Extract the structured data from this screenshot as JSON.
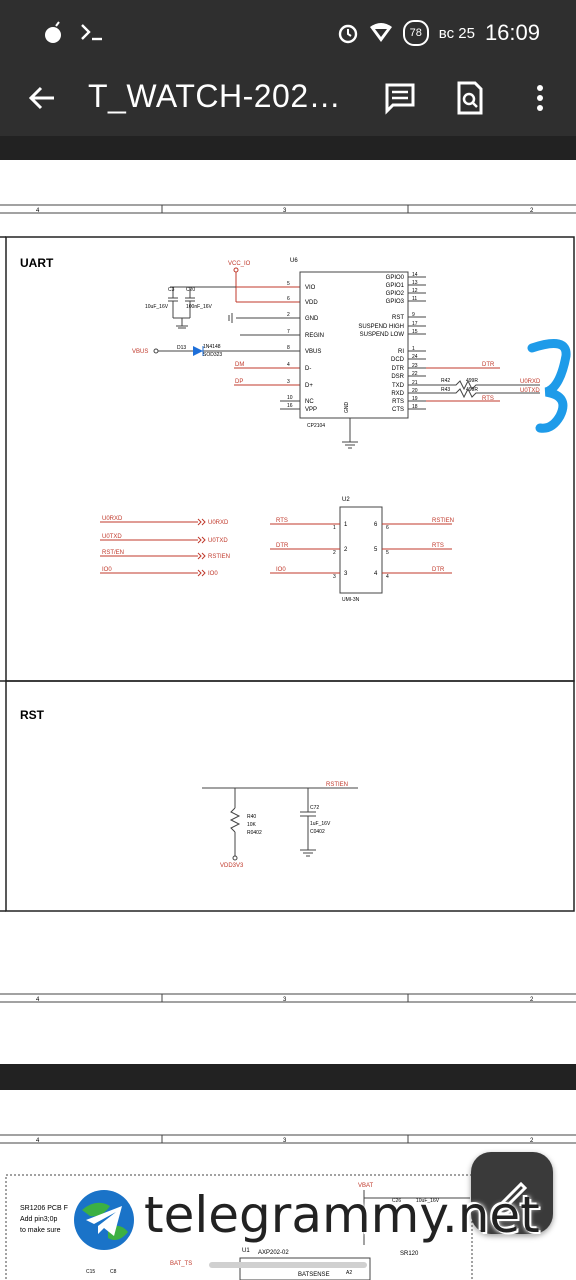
{
  "status": {
    "left_icons": [
      "bomb-icon",
      "terminal-icon"
    ],
    "battery": "78",
    "date": "вс 25",
    "time": "16:09"
  },
  "appbar": {
    "title": "T_WATCH-2020…"
  },
  "schematic": {
    "ruler_top": [
      "4",
      "3",
      "2"
    ],
    "uart": {
      "title": "UART",
      "vcc": "VCC_IO",
      "u6": "U6",
      "c1": "C3",
      "c2": "C20",
      "c1v": "10uF_16V",
      "c2v": "100nF_16V",
      "vbus": "VBUS",
      "d13": "D13",
      "d13v": "1N4148",
      "d13p": "SOD323",
      "dm": "DM",
      "dp": "DP",
      "chip": "CP2104",
      "left_pins": [
        {
          "n": "5",
          "name": "VIO"
        },
        {
          "n": "6",
          "name": "VDD"
        },
        {
          "n": "2",
          "name": "GND"
        },
        {
          "n": "7",
          "name": "REGIN"
        },
        {
          "n": "8",
          "name": "VBUS"
        },
        {
          "n": "4",
          "name": "D-"
        },
        {
          "n": "3",
          "name": "D+"
        },
        {
          "n": "10",
          "name": "NC"
        },
        {
          "n": "16",
          "name": "VPP"
        }
      ],
      "right_pins": [
        {
          "n": "14",
          "name": "GPIO0"
        },
        {
          "n": "13",
          "name": "GPIO1"
        },
        {
          "n": "12",
          "name": "GPIO2"
        },
        {
          "n": "11",
          "name": "GPIO3"
        },
        {
          "n": "9",
          "name": "RST"
        },
        {
          "n": "17",
          "name": "SUSPEND HIGH"
        },
        {
          "n": "15",
          "name": "SUSPEND LOW"
        },
        {
          "n": "1",
          "name": "RI"
        },
        {
          "n": "24",
          "name": "DCD"
        },
        {
          "n": "23",
          "name": "DTR"
        },
        {
          "n": "22",
          "name": "DSR"
        },
        {
          "n": "21",
          "name": "TXD"
        },
        {
          "n": "20",
          "name": "RXD"
        },
        {
          "n": "19",
          "name": "RTS"
        },
        {
          "n": "18",
          "name": "CTS"
        }
      ],
      "gnd": "GND",
      "r42": "R42",
      "r43": "R43",
      "rv": "499R",
      "dtr": "DTR",
      "rts": "RTS",
      "u0rxd": "U0RXD",
      "u0txd": "U0TXD",
      "u2": "U2",
      "u2p": "UMI-3N",
      "nets_left": [
        "U0RXD",
        "U0TXD",
        "RST/EN",
        "IO0"
      ],
      "nets_right": [
        "U0RXD",
        "U0TXD",
        "RSTIEN",
        "IO0"
      ],
      "u2_in": [
        "RTS",
        "DTR",
        "IO0"
      ],
      "u2_lp": [
        "1",
        "2",
        "3"
      ],
      "u2_rp": [
        "6",
        "5",
        "4"
      ],
      "u2_out": [
        "RSTIEN",
        "RTS",
        "DTR"
      ]
    },
    "rst": {
      "title": "RST",
      "net": "RSTIEN",
      "r": "R40",
      "rv": "10K",
      "rp": "R0402",
      "c": "C72",
      "cv": "1uF_16V",
      "cp": "C0402",
      "vdd": "VDD3V3"
    },
    "page2": {
      "line1": "SR1206 PCB F",
      "line2": "Add pin3;0p",
      "line3": "to make sure",
      "vbat": "VBAT",
      "c26": "C26",
      "c26v": "10uF_16V",
      "u1": "U1",
      "u1p": "AXP202-02",
      "bat": "BAT_TS",
      "batsense": "BATSENSE",
      "sr": "SR120",
      "c15": "C15",
      "c8": "C8",
      "a2": "A2"
    }
  },
  "watermark": {
    "text": "telegrammy.net"
  },
  "colors": {
    "bar": "#2f2f2f",
    "wire_red": "#c0392b",
    "wire_dark": "#444444",
    "highlight_blue": "#1e9be9"
  }
}
